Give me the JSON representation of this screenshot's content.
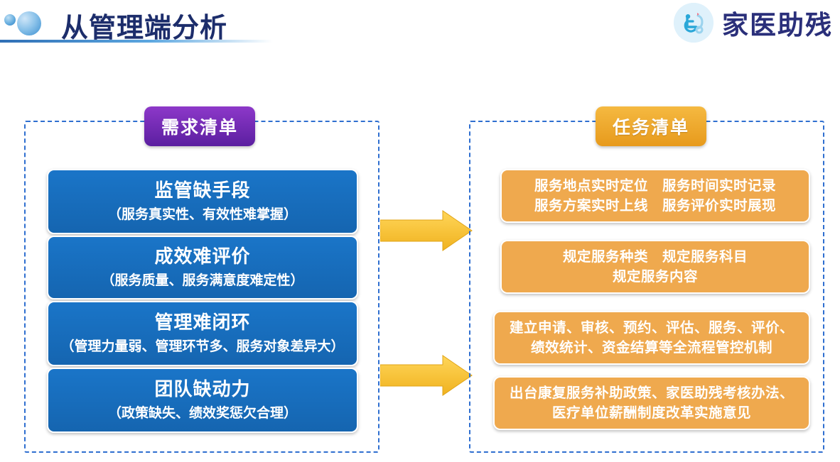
{
  "header": {
    "title": "从管理端分析",
    "bullet_icon": "dual-circle-bullet-icon",
    "brand_name": "家医助残",
    "brand_logo_icon": "wheelchair-stethoscope-icon"
  },
  "diagram": {
    "type": "two-column-mapping",
    "left_panel": {
      "badge": "需求清单",
      "badge_color": "#6b23a8",
      "cards": [
        {
          "title": "监管缺手段",
          "sub": "（服务真实性、有效性难掌握）"
        },
        {
          "title": "成效难评价",
          "sub": "（服务质量、服务满意度难定性）"
        },
        {
          "title": "管理难闭环",
          "sub": "（管理力量弱、管理环节多、服务对象差异大）"
        },
        {
          "title": "团队缺动力",
          "sub": "（政策缺失、绩效奖惩欠合理）"
        }
      ],
      "card_color": "#1a75c8"
    },
    "right_panel": {
      "badge": "任务清单",
      "badge_color": "#eda22a",
      "cards": [
        {
          "lines": [
            "服务地点实时定位　服务时间实时记录",
            "服务方案实时上线　服务评价实时展现"
          ]
        },
        {
          "lines": [
            "规定服务种类　规定服务科目",
            "规定服务内容"
          ]
        },
        {
          "lines": [
            "建立申请、审核、预约、评估、服务、评价、",
            "绩效统计、资金结算等全流程管控机制"
          ]
        },
        {
          "lines": [
            "出台康复服务补助政策、家医助残考核办法、",
            "医疗单位薪酬制度改革实施意见"
          ]
        }
      ],
      "card_color": "#efa94e"
    },
    "arrows": {
      "icon": "right-arrow-icon",
      "color": "#f5c242",
      "count": 2
    }
  }
}
